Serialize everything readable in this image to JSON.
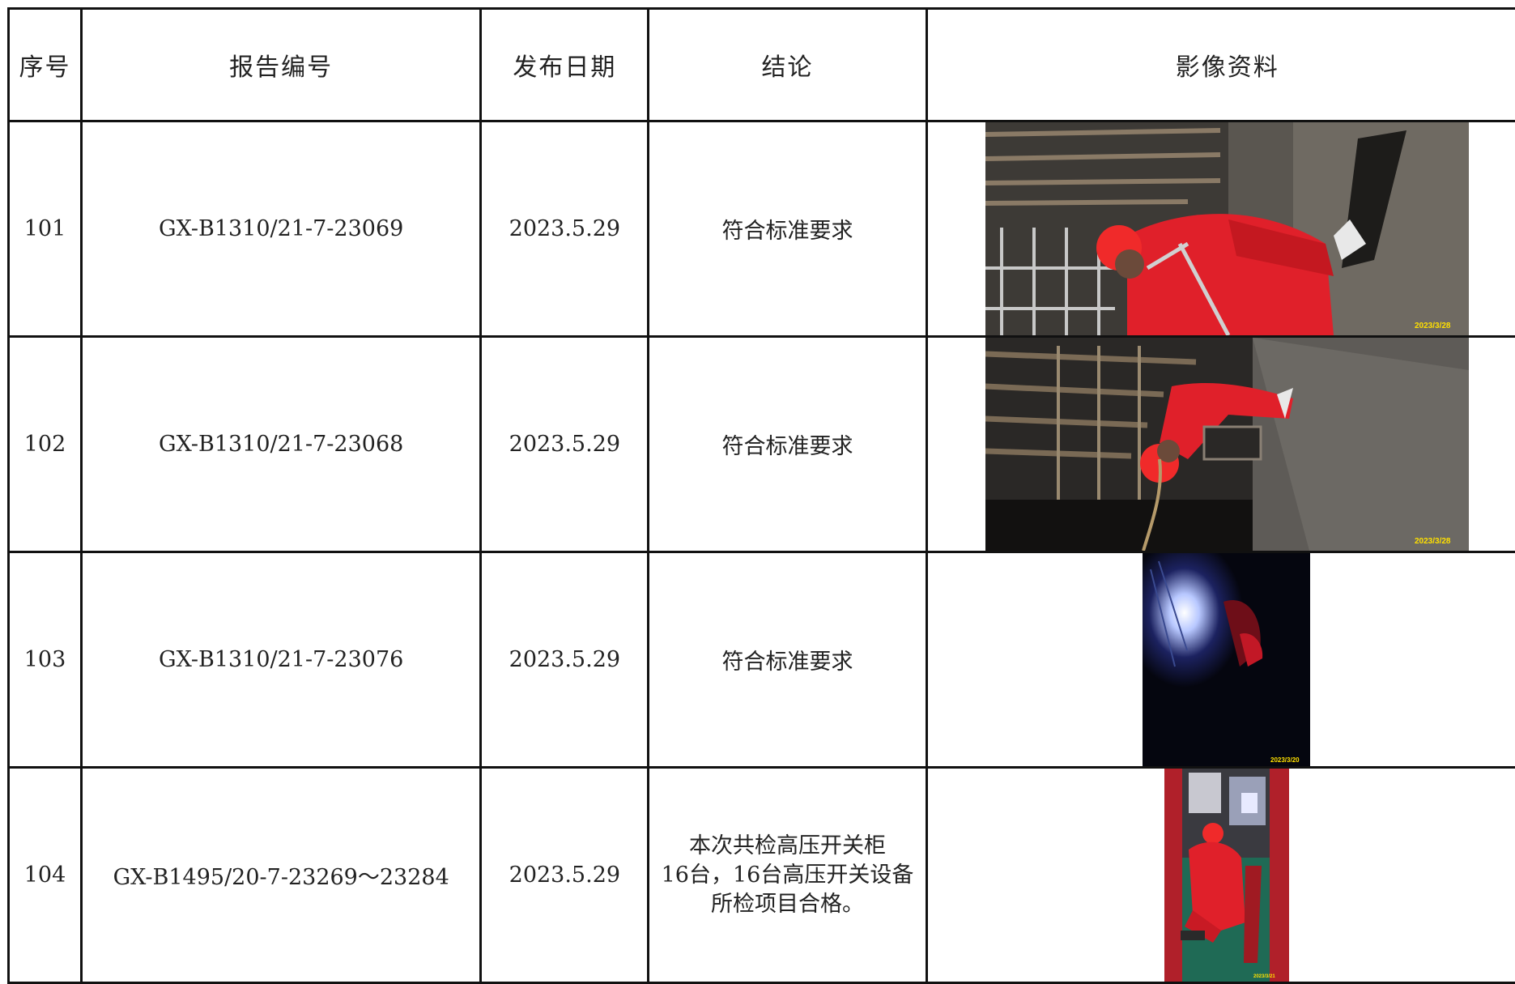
{
  "headers": {
    "no": "序号",
    "report": "报告编号",
    "date": "发布日期",
    "conclusion": "结论",
    "image": "影像资料"
  },
  "rows": [
    {
      "no": "101",
      "report": "GX-B1310/21-7-23069",
      "date": "2023.5.29",
      "conclusion": "符合标准要求",
      "photo_stamp": "2023/3/28"
    },
    {
      "no": "102",
      "report": "GX-B1310/21-7-23068",
      "date": "2023.5.29",
      "conclusion": "符合标准要求",
      "photo_stamp": "2023/3/28"
    },
    {
      "no": "103",
      "report": "GX-B1310/21-7-23076",
      "date": "2023.5.29",
      "conclusion": "符合标准要求",
      "photo_stamp": "2023/3/20"
    },
    {
      "no": "104",
      "report": "GX-B1495/20-7-23269～23284",
      "date": "2023.5.29",
      "conclusion_lines": [
        "本次共检高压开关柜",
        "16台，16台高压开关设备",
        "所检项目合格。"
      ]
    }
  ],
  "colors": {
    "border": "#111111",
    "suit_red": "#e0202a",
    "stamp_yellow": "#ffe000"
  }
}
